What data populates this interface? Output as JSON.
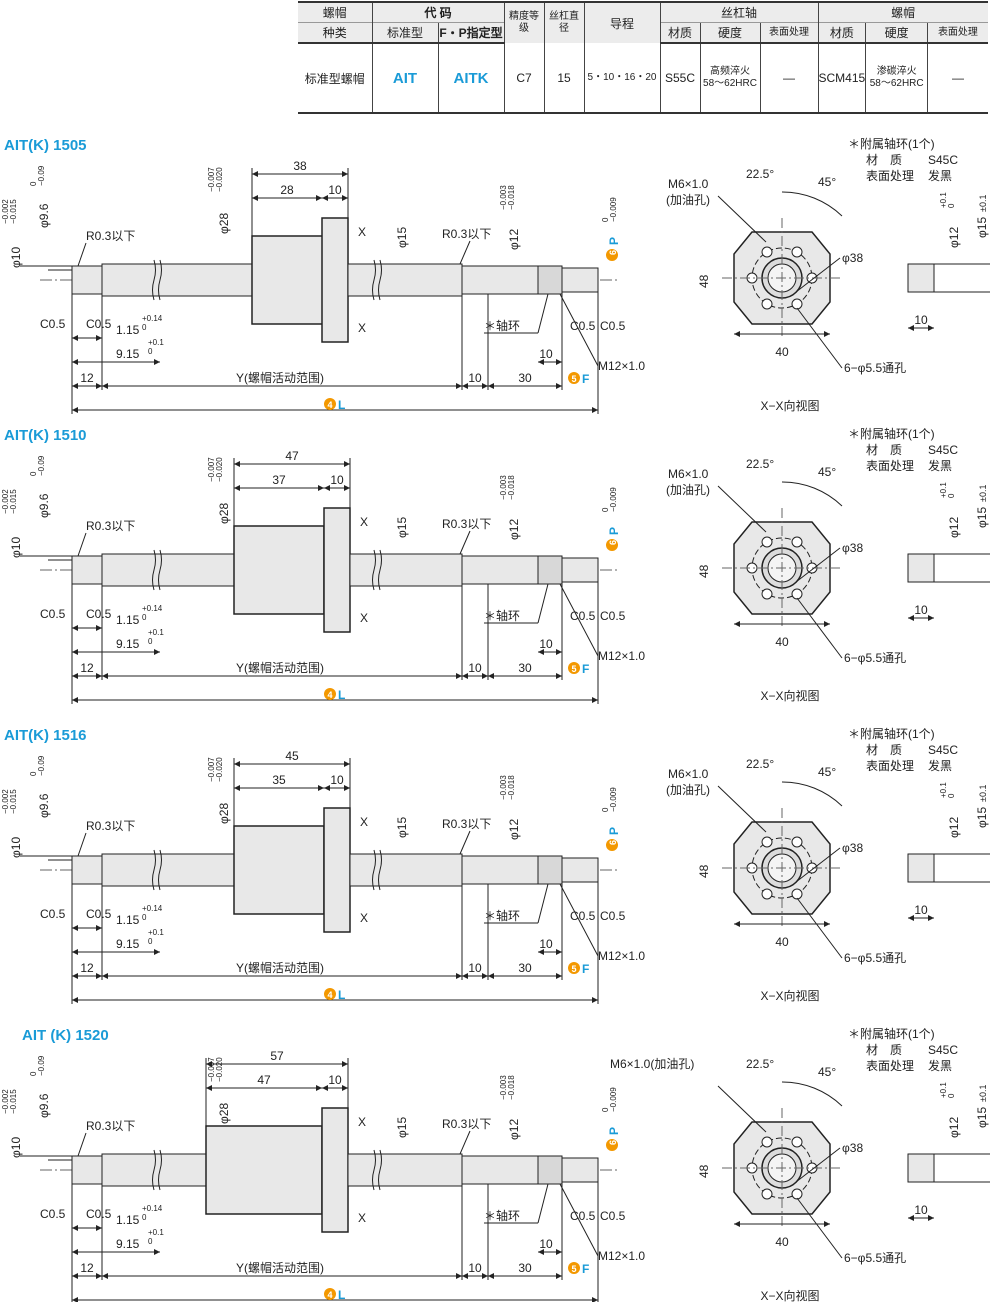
{
  "table": {
    "h_nut": "螺帽",
    "h_nut_kind": "种类",
    "h_code": "代 码",
    "h_standard": "标准型",
    "h_fp": "F・P指定型",
    "h_precision": "精度等级",
    "h_diameter": "丝杠直径",
    "h_lead": "导程",
    "h_shaft": "丝杠轴",
    "h_material": "材质",
    "h_hardness": "硬度",
    "h_surface": "表面处理",
    "h_nut2": "螺帽",
    "h_material2": "材质",
    "h_hardness2": "硬度",
    "h_surface2": "表面处理",
    "row": {
      "kind": "标准型螺帽",
      "code_std": "AIT",
      "code_fp": "AITK",
      "precision": "C7",
      "diameter": "15",
      "lead": "5・10・16・20",
      "shaft_material": "S55C",
      "shaft_hardness_1": "高频淬火",
      "shaft_hardness_2": "58～62HRC",
      "shaft_surface": "—",
      "nut_material": "SCM415",
      "nut_hardness_1": "渗碳淬火",
      "nut_hardness_2": "58～62HRC",
      "nut_surface": "—"
    }
  },
  "common": {
    "d10": "φ10",
    "d10_tol_u": "−0.002",
    "d10_tol_l": "−0.015",
    "d96": "φ9.6",
    "d96_tol_u": "0",
    "d96_tol_l": "−0.09",
    "d28": "φ28",
    "d28_tol_u": "−0.007",
    "d28_tol_l": "−0.020",
    "d15": "φ15",
    "d12": "φ12",
    "d12_tol_u": "−0.003",
    "d12_tol_l": "−0.018",
    "p_mark": "6",
    "p_label": "P",
    "p_tol_u": "0",
    "p_tol_l": "−0.009",
    "r03": "R0.3以下",
    "c05": "C0.5",
    "dim115": "1.15",
    "dim115_tol_u": "+0.14",
    "dim115_tol_l": "0",
    "dim915": "9.15",
    "dim915_tol_u": "+0.1",
    "dim915_tol_l": "0",
    "dim12": "12",
    "dim_y": "Y(螺帽活动范围)",
    "dim10": "10",
    "dim30": "30",
    "f_mark": "5",
    "f_label": "F",
    "l_mark": "4",
    "l_label": "L",
    "collar_note": "＊轴环",
    "thread": "M12×1.0",
    "x_mark": "X",
    "oil_hole_1": "M6×1.0",
    "oil_hole_2": "(加油孔)",
    "angle1": "22.5°",
    "angle2": "45°",
    "d38": "φ38",
    "dim48": "48",
    "dim40": "40",
    "holes": "6−φ5.5通孔",
    "view_label": "X−X向视图",
    "acc_title": "＊附属轴环(1个)",
    "acc_mat_k": "材　质",
    "acc_mat_v": "S45C",
    "acc_surf_k": "表面处理",
    "acc_surf_v": "发黑",
    "ring_d12": "φ12",
    "ring_d12_tol_u": "+0.1",
    "ring_d12_tol_l": "0",
    "ring_d15": "φ15",
    "ring_d15_tol": "±0.1",
    "ring_w": "10"
  },
  "drawings": [
    {
      "title": "AIT(K) 1505",
      "nut_len": "38",
      "nut_sub": "28",
      "flange": "10"
    },
    {
      "title": "AIT(K) 1510",
      "nut_len": "47",
      "nut_sub": "37",
      "flange": "10"
    },
    {
      "title": "AIT(K) 1516",
      "nut_len": "45",
      "nut_sub": "35",
      "flange": "10"
    },
    {
      "title": "AIT (K) 1520",
      "nut_len": "57",
      "nut_sub": "47",
      "flange": "10",
      "oil_hole_full": "M6×1.0(加油孔)"
    }
  ],
  "colors": {
    "accent_blue": "#1a9bd7",
    "orange": "#f39800",
    "part_fill": "#e8e8e8",
    "line": "#222222"
  }
}
